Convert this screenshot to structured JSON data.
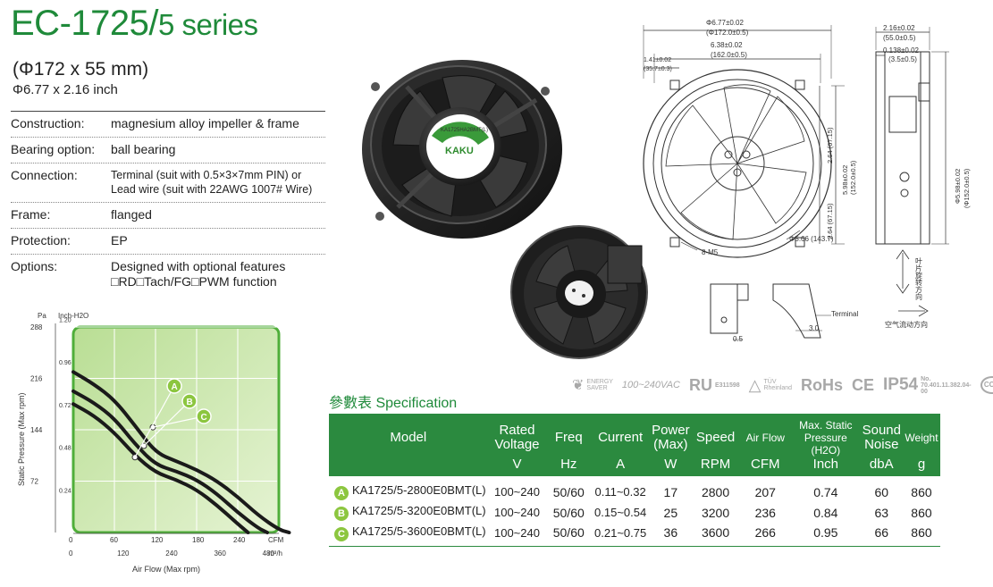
{
  "header": {
    "title_main": "EC-1725/",
    "title_series": "5 series",
    "size_mm": "(Φ172 x 55 mm)",
    "size_inch": "Φ6.77 x 2.16 inch"
  },
  "specs": [
    {
      "label": "Construction:",
      "value": "magnesium alloy impeller & frame"
    },
    {
      "label": "Bearing option:",
      "value": "ball bearing"
    },
    {
      "label": "Connection:",
      "value": "Terminal (suit with 0.5×3×7mm PIN) or",
      "value2": "Lead wire (suit with 22AWG 1007# Wire)"
    },
    {
      "label": "Frame:",
      "value": "flanged"
    },
    {
      "label": "Protection:",
      "value": "EP"
    },
    {
      "label": "Options:",
      "value": "Designed with optional features",
      "value2": "□RD□Tach/FG□PWM function"
    }
  ],
  "chart_data": {
    "type": "line",
    "unit_left": "Pa",
    "unit_right": "Inch-H2O",
    "ylabel": "Static Pressure (Max rpm)",
    "xlabel": "Air Flow (Max rpm)",
    "x_unit_top": "CFM",
    "x_unit_bottom": "m³/h",
    "y_ticks_pa": [
      "288",
      "216",
      "144",
      "72"
    ],
    "y_ticks_inch": [
      "1.20",
      "0.96",
      "0.72",
      "0.48",
      "0.24"
    ],
    "x_ticks_cfm": [
      "0",
      "60",
      "120",
      "180",
      "240"
    ],
    "x_ticks_m3h": [
      "0",
      "120",
      "240",
      "360",
      "480"
    ],
    "xlim_cfm": [
      0,
      300
    ],
    "ylim_pa": [
      0,
      288
    ],
    "series": [
      {
        "name": "A",
        "x": [
          0,
          30,
          60,
          90,
          120,
          150,
          180,
          210,
          240,
          255
        ],
        "y": [
          180,
          164,
          140,
          108,
          84,
          74,
          60,
          38,
          12,
          0
        ]
      },
      {
        "name": "B",
        "x": [
          0,
          30,
          60,
          90,
          120,
          150,
          180,
          210,
          240,
          270,
          283
        ],
        "y": [
          198,
          182,
          160,
          124,
          95,
          86,
          74,
          54,
          28,
          6,
          0
        ]
      },
      {
        "name": "C",
        "x": [
          0,
          30,
          60,
          90,
          120,
          150,
          180,
          210,
          240,
          270,
          300,
          315
        ],
        "y": [
          225,
          208,
          186,
          150,
          112,
          100,
          88,
          72,
          50,
          24,
          4,
          0
        ]
      }
    ],
    "colors": {
      "fill": "#c8e6a6",
      "border": "#4fae3a",
      "curve": "#1a1a1a",
      "badge": "#8cc63f"
    }
  },
  "fan_label": {
    "brand": "KAKU",
    "model": "KA1725HA2BMT(L)"
  },
  "drawing": {
    "d_outer": "Φ6.77±0.02",
    "d_outer_mm": "(Φ172.0±0.5)",
    "d_inner": "6.38±0.02",
    "d_inner_mm": "(162.0±0.5)",
    "offset": "1.41±0.02",
    "offset_mm": "(35.7±0.3)",
    "half_h": "2.64 (67.15)",
    "half_h2": "2.64 (67.15)",
    "height": "5.98±0.02",
    "height_mm": "(152.0±0.5)",
    "hole": "Φ5.66 (143.7)",
    "screw": "8-M5",
    "depth": "2.16±0.02",
    "depth_mm": "(55.0±0.5)",
    "flange": "0.138±0.02",
    "flange_mm": "(3.5±0.5)",
    "side_h": "Φ5.98±0.02",
    "side_h_mm": "(Φ152.0±0.5)",
    "rotation": "叶片旋转方向",
    "airflow": "空气流动方向",
    "terminal": "Terminal",
    "dim_05": "0.5",
    "dim_30": "3.0"
  },
  "certs": {
    "energy": "ENERGY SAVER",
    "volt": "100~240VAC",
    "ul": "RU",
    "ul_no": "E311598",
    "tuv": "TÜV Rheinland",
    "rohs": "RoHs",
    "ce": "CE",
    "ip": "IP54",
    "ip_no": "No. 70.401.11.382.04-00",
    "ccc": "CCC"
  },
  "spec_title": "參數表 Specification",
  "table": {
    "headers": [
      {
        "label": "Model",
        "unit": ""
      },
      {
        "label": "Rated Voltage",
        "unit": "V"
      },
      {
        "label": "Freq",
        "unit": "Hz"
      },
      {
        "label": "Current",
        "unit": "A"
      },
      {
        "label": "Power (Max)",
        "unit": "W"
      },
      {
        "label": "Speed",
        "unit": "RPM"
      },
      {
        "label": "Air Flow",
        "unit": "CFM"
      },
      {
        "label": "Max. Static Pressure (H2O)",
        "unit": "Inch"
      },
      {
        "label": "Sound Noise",
        "unit": "dbA"
      },
      {
        "label": "Weight",
        "unit": "g"
      }
    ],
    "rows": [
      {
        "badge": "A",
        "model": "KA1725/5-2800E0BMT(L)",
        "voltage": "100~240",
        "freq": "50/60",
        "current": "0.11~0.32",
        "power": "17",
        "speed": "2800",
        "flow": "207",
        "pressure": "0.74",
        "noise": "60",
        "weight": "860"
      },
      {
        "badge": "B",
        "model": "KA1725/5-3200E0BMT(L)",
        "voltage": "100~240",
        "freq": "50/60",
        "current": "0.15~0.54",
        "power": "25",
        "speed": "3200",
        "flow": "236",
        "pressure": "0.84",
        "noise": "63",
        "weight": "860"
      },
      {
        "badge": "C",
        "model": "KA1725/5-3600E0BMT(L)",
        "voltage": "100~240",
        "freq": "50/60",
        "current": "0.21~0.75",
        "power": "36",
        "speed": "3600",
        "flow": "266",
        "pressure": "0.95",
        "noise": "66",
        "weight": "860"
      }
    ]
  }
}
